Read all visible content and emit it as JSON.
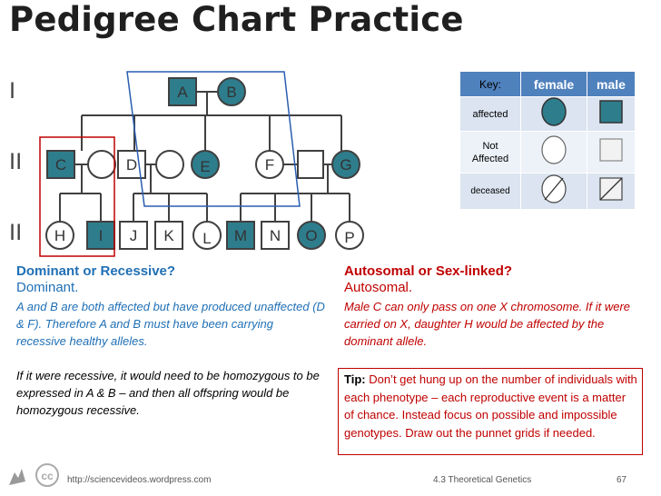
{
  "title": "Pedigree Chart Practice",
  "generations": [
    "I",
    "II",
    "II"
  ],
  "individuals": {
    "A": "A",
    "B": "B",
    "C": "C",
    "D": "D",
    "E": "E",
    "F": "F",
    "G": "G",
    "H": "H",
    "I": "I",
    "J": "J",
    "K": "K",
    "L": "L",
    "M": "M",
    "N": "N",
    "O": "O",
    "P": "P"
  },
  "key": {
    "header": "Key:",
    "female": "female",
    "male": "male",
    "rows": {
      "affected": "affected",
      "not_affected_1": "Not",
      "not_affected_2": "Affected",
      "deceased": "deceased"
    }
  },
  "colors": {
    "affected_fill": "#2e7d8c",
    "key_header": "#4f81bd",
    "question_blue": "#1f6fb5",
    "question_red": "#c00000",
    "highlight_blue": "#2a5db0",
    "highlight_red": "#c00000"
  },
  "question1": {
    "heading": "Dominant or Recessive?",
    "answer": "Dominant.",
    "explanation1": "A and B are both affected but have produced unaffected (D & F). Therefore A and B must have been carrying recessive healthy alleles.",
    "explanation2": "If it were recessive, it would need to be homozygous to be expressed in A & B – and then all offspring would be homozygous recessive."
  },
  "question2": {
    "heading": "Autosomal or Sex-linked?",
    "answer": "Autosomal.",
    "explanation": "Male C can only pass on one X chromosome. If it were carried on X, daughter H would be affected by the dominant allele."
  },
  "tip": {
    "label": "Tip:",
    "text": " Don’t get hung up on the number of individuals with each phenotype – each reproductive event is a matter of chance. Instead focus on possible and impossible genotypes. Draw out the punnet grids if needed."
  },
  "footer": {
    "url": "http://sciencevideos.wordpress.com",
    "course": "4.3 Theoretical Genetics",
    "page": "67"
  }
}
